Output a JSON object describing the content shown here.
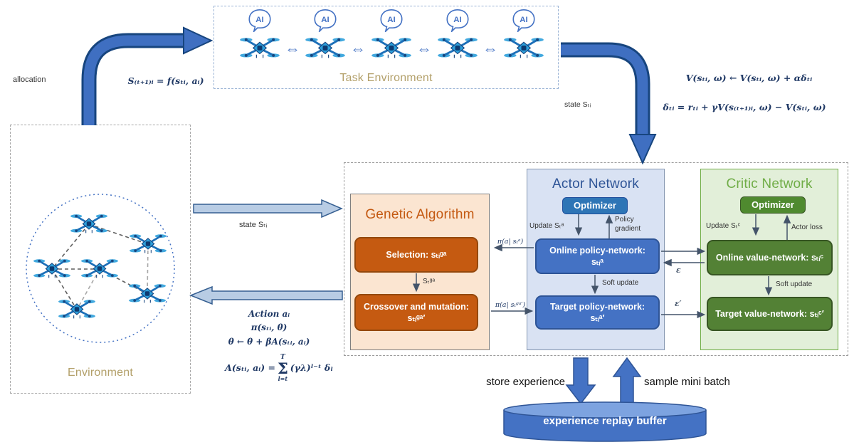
{
  "task_environment": {
    "title": "Task Environment",
    "ai_label": "AI",
    "link_arrow": "⇔"
  },
  "environment": {
    "title": "Environment"
  },
  "left_labels": {
    "allocation": "allocation",
    "transition": "S₍ₜ₊₁₎ᵢ = f(sₜᵢ, aᵢ)",
    "state": "state Sₜᵢ",
    "action": "Action aᵢ",
    "policy": "π(sₜᵢ, θ)",
    "theta_update": "θ ← θ + βA(sₜᵢ, aᵢ)",
    "advantage_lhs": "A(sₜᵢ, aᵢ) =",
    "sum_upper": "T",
    "sum_symbol": "Σ",
    "sum_lower": "l=t",
    "advantage_rhs": "(γλ)ˡ⁻ᵗ δₗ"
  },
  "right_labels": {
    "state": "state Sₜᵢ",
    "value_update": "V(sₜᵢ, ω) ← V(sₜᵢ, ω) + αδₜᵢ",
    "td_error": "δₜᵢ = rₜᵢ + γV(s₍ₜ₊₁₎ᵢ, ω) − V(sₜᵢ, ω)"
  },
  "genetic_algorithm": {
    "title": "Genetic Algorithm",
    "selection": "Selection: sₜᵢᵍᵃ",
    "step": "Sₜᵍᵃ",
    "crossover": "Crossover and mutation: sₜᵢᵍᵃ′",
    "input": "π(a| sₜᵃ)",
    "output": "π(a| sₜᵍᵃ′)"
  },
  "actor_network": {
    "title": "Actor Network",
    "optimizer": "Optimizer",
    "update": "Update Sₜᵃ",
    "policy_gradient": "Policy gradient",
    "online": "Online policy-network: sₜᵢᵃ",
    "soft_update": "Soft update",
    "target": "Target policy-network: sₜᵢᵃ′"
  },
  "critic_network": {
    "title": "Critic Network",
    "optimizer": "Optimizer",
    "update": "Update Sₜᶜ",
    "actor_loss": "Actor loss",
    "online": "Online value-network: sₜᵢᶜ",
    "soft_update": "Soft update",
    "target": "Target value-network: sₜᵢᶜ′"
  },
  "exchange": {
    "epsilon": "ε",
    "epsilon_prime": "ε′"
  },
  "replay": {
    "store": "store experience",
    "sample": "sample mini batch",
    "buffer": "experience replay buffer"
  },
  "colors": {
    "primary_blue": "#4472c4",
    "dark_blue": "#2e5496",
    "light_blue_arrow": "#b8cce4",
    "orange": "#c55a11",
    "green": "#538135",
    "panel_blue": "#d9e2f3",
    "panel_green": "#e2efd9",
    "panel_peach": "#fbe5d1",
    "navy_text": "#1f3864",
    "tan_text": "#b3a06a"
  }
}
